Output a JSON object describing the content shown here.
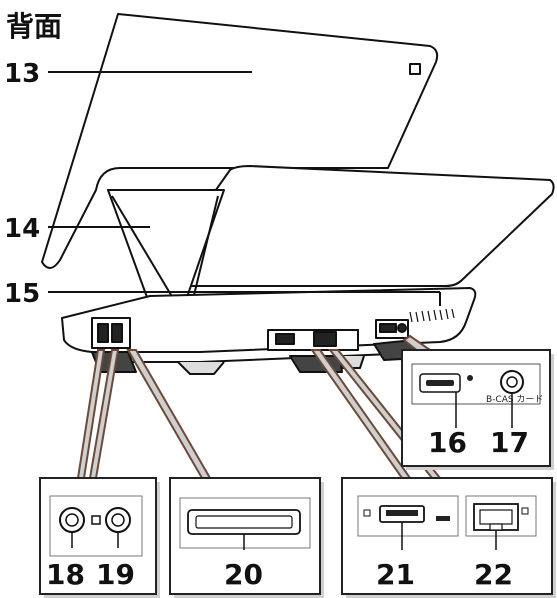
{
  "title": "背面",
  "callouts": [
    {
      "id": "13",
      "label": "13"
    },
    {
      "id": "14",
      "label": "14"
    },
    {
      "id": "15",
      "label": "15"
    },
    {
      "id": "16",
      "label": "16"
    },
    {
      "id": "17",
      "label": "17"
    },
    {
      "id": "18",
      "label": "18"
    },
    {
      "id": "19",
      "label": "19"
    },
    {
      "id": "20",
      "label": "20"
    },
    {
      "id": "21",
      "label": "21"
    },
    {
      "id": "22",
      "label": "22"
    }
  ],
  "card_label": "B-CAS カード",
  "colors": {
    "line": "#111111",
    "panel_border": "#222222",
    "panel_fill": "#ffffff",
    "shadow": "#cfcfcf",
    "brown_leader": "#6b4a3a"
  }
}
